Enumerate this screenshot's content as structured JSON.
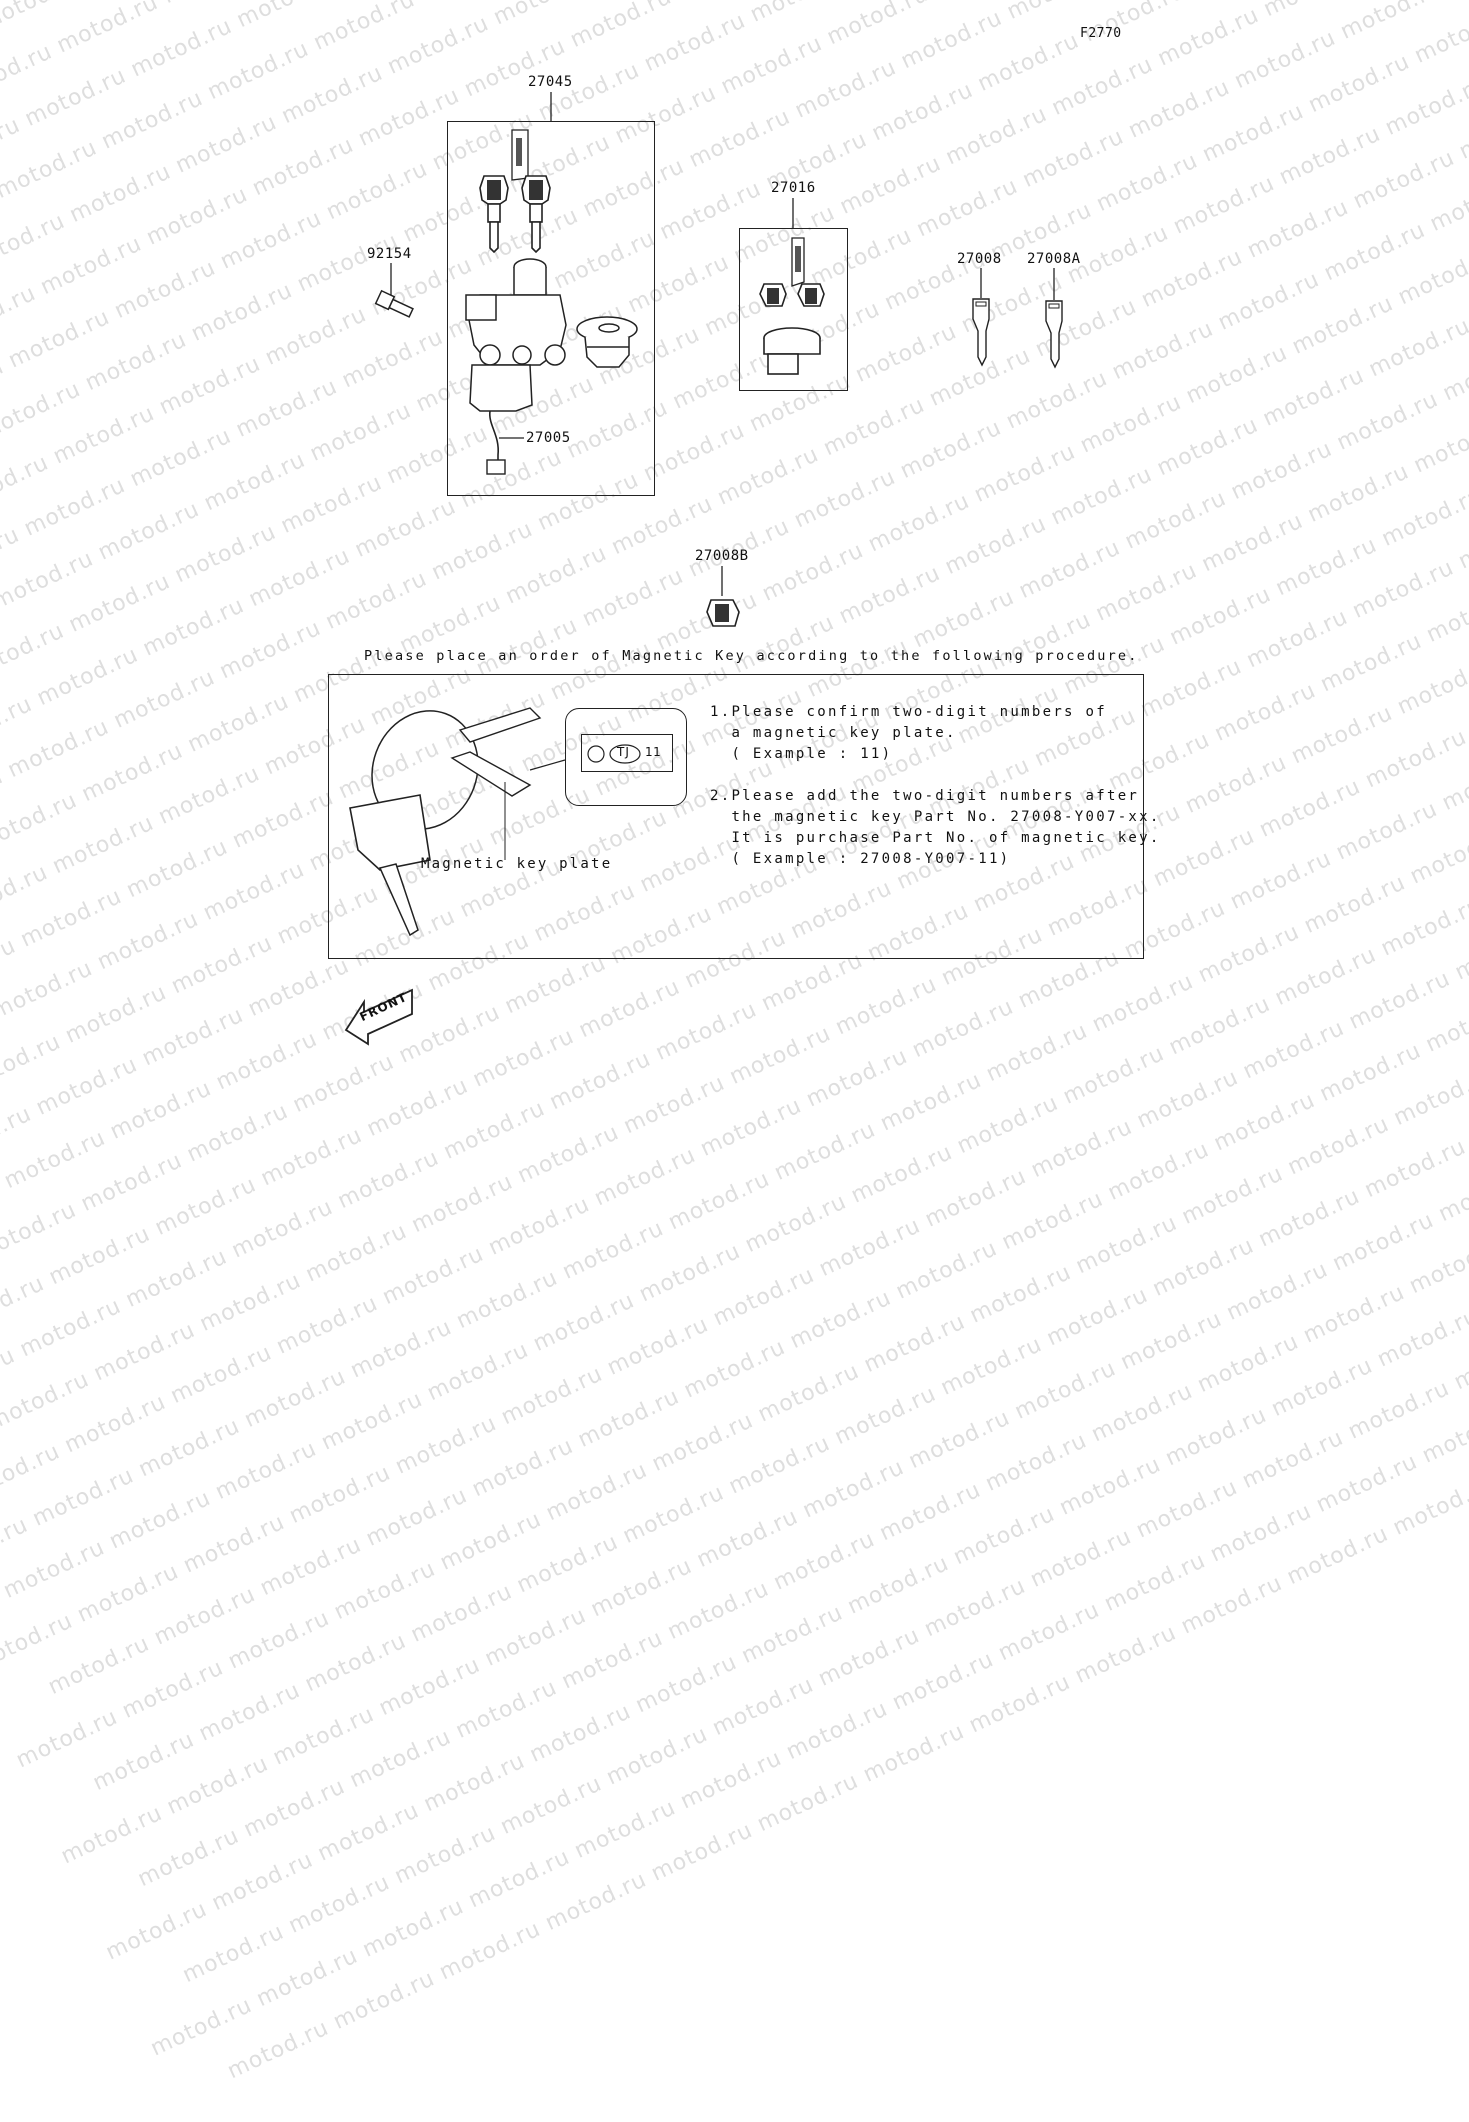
{
  "diagram": {
    "code": "F2770",
    "watermark": "motod.ru",
    "parts": [
      {
        "id": "27045",
        "label": "27045",
        "description": "Ignition switch / lock set (box group)"
      },
      {
        "id": "27005",
        "label": "27005",
        "description": "Ignition switch"
      },
      {
        "id": "92154",
        "label": "92154",
        "description": "Bolt"
      },
      {
        "id": "27016",
        "label": "27016",
        "description": "Key set with cap lock (box group)"
      },
      {
        "id": "27008",
        "label": "27008",
        "description": "Key blank"
      },
      {
        "id": "27008A",
        "label": "27008A",
        "description": "Key blank"
      },
      {
        "id": "27008B",
        "label": "27008B",
        "description": "Key head"
      }
    ],
    "procedure_title": "Please place an order of Magnetic Key according to the following procedure.",
    "instructions": {
      "step1": {
        "line1": "1.Please confirm two-digit numbers of",
        "line2": "  a magnetic key plate.",
        "line3": "  ( Example : 11)"
      },
      "step2": {
        "line1": "2.Please add the two-digit numbers after",
        "line2": "  the magnetic key Part No. 27008-Y007-xx.",
        "line3": "  It is purchase Part No. of magnetic key.",
        "line4": "  ( Example : 27008-Y007-11)"
      }
    },
    "callout": {
      "plate_label": "Magnetic key plate",
      "plate_code": "TJ",
      "plate_number": "11"
    },
    "front_arrow": "FRONT",
    "colors": {
      "line": "#222222",
      "watermark": "#dedede",
      "background": "#ffffff"
    }
  }
}
